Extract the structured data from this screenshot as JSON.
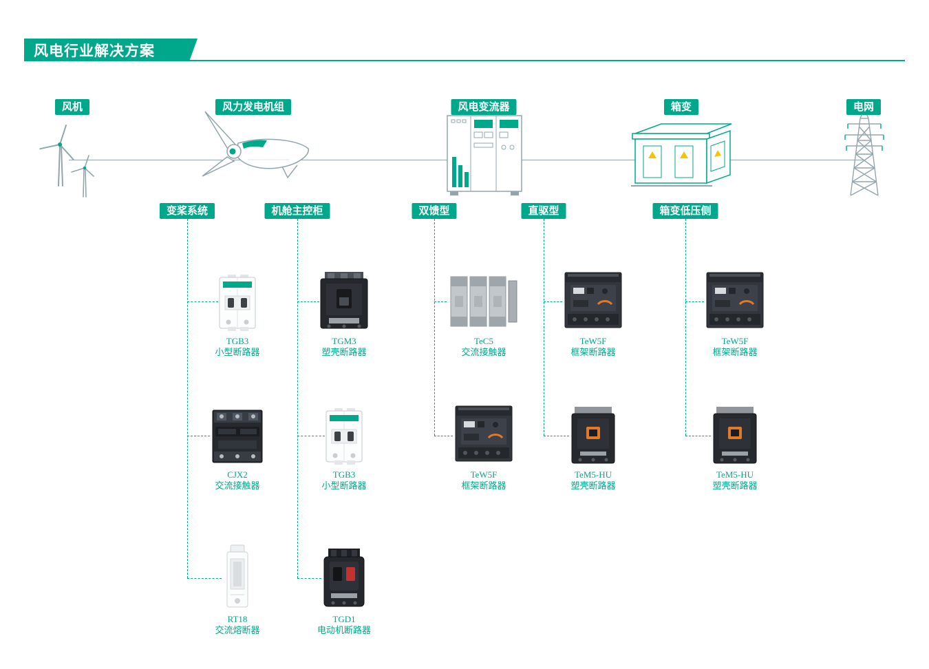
{
  "title": "风电行业解决方案",
  "colors": {
    "accent": "#00A88B",
    "line": "#93A5AC",
    "warning": "#F5C400"
  },
  "chain": [
    {
      "label": "风机",
      "icon": "wind-turbines-illustration"
    },
    {
      "label": "风力发电机组",
      "icon": "nacelle-illustration"
    },
    {
      "label": "风电变流器",
      "icon": "converter-cabinet-illustration"
    },
    {
      "label": "箱变",
      "icon": "box-substation-illustration"
    },
    {
      "label": "电网",
      "icon": "transmission-tower-illustration"
    }
  ],
  "columns": [
    {
      "label": "变桨系统",
      "products": [
        {
          "model": "TGB3",
          "type": "小型断路器",
          "icon": "tgb3-breaker-image"
        },
        {
          "model": "CJX2",
          "type": "交流接触器",
          "icon": "cjx2-contactor-image"
        },
        {
          "model": "RT18",
          "type": "交流熔断器",
          "icon": "rt18-fuse-image"
        }
      ]
    },
    {
      "label": "机舱主控柜",
      "products": [
        {
          "model": "TGM3",
          "type": "塑壳断路器",
          "icon": "tgm3-breaker-image"
        },
        {
          "model": "TGB3",
          "type": "小型断路器",
          "icon": "tgb3-breaker-image"
        },
        {
          "model": "TGD1",
          "type": "电动机断路器",
          "icon": "tgd1-breaker-image"
        }
      ]
    },
    {
      "label": "双馈型",
      "products": [
        {
          "model": "TeC5",
          "type": "交流接触器",
          "icon": "tec5-contactor-image"
        },
        {
          "model": "TeW5F",
          "type": "框架断路器",
          "icon": "tew5f-breaker-image"
        }
      ]
    },
    {
      "label": "直驱型",
      "products": [
        {
          "model": "TeW5F",
          "type": "框架断路器",
          "icon": "tew5f-breaker-image"
        },
        {
          "model": "TeM5-HU",
          "type": "塑壳断路器",
          "icon": "tem5hu-breaker-image"
        }
      ]
    },
    {
      "label": "箱变低压侧",
      "products": [
        {
          "model": "TeW5F",
          "type": "框架断路器",
          "icon": "tew5f-breaker-image"
        },
        {
          "model": "TeM5-HU",
          "type": "塑壳断路器",
          "icon": "tem5hu-breaker-image"
        }
      ]
    }
  ]
}
